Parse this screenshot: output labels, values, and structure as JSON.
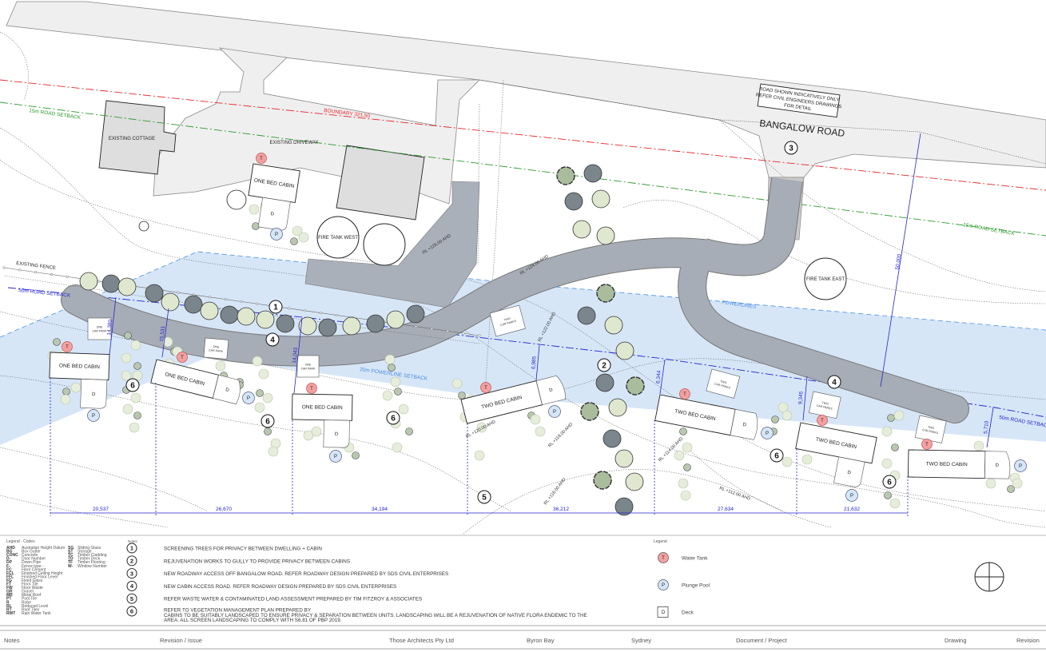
{
  "plan": {
    "labels": {
      "boundary": "BOUNDARY 321.50",
      "road_setback_15_left": "15m ROAD SETBACK",
      "road_setback_15_right": "15m ROAD SETBACK",
      "road_setback_50_left": "50m ROAD SETBACK",
      "road_setback_50_right": "50m ROAD SETBACK",
      "powerline_setback": "20m POWERLINE SETBACK",
      "powerlines": "POWERLINES",
      "existing_fence": "EXISTING FENCE",
      "existing_cottage": "EXISTING COTTAGE",
      "existing_driveway": "EXISTING DRIVEWAY",
      "fire_tank_west": "FIRE TANK WEST",
      "fire_tank_east": "FIRE TANK EAST",
      "road_name": "BANGALOW ROAD",
      "road_note": [
        "ROAD SHOWN INDICATIVELY ONLY.",
        "REFER CIVIL ENGINEERS DRAWINGS",
        "FOR DETAIL"
      ]
    },
    "top_cabin": {
      "label": "ONE BED CABIN"
    },
    "cabins": [
      {
        "label": "ONE BED CABIN",
        "car_park": [
          "ONE",
          "CAR PARK"
        ]
      },
      {
        "label": "ONE BED CABIN",
        "car_park": [
          "ONE",
          "CAR PARK"
        ]
      },
      {
        "label": "ONE BED CABIN",
        "car_park": [
          "ONE",
          "CAR PARK"
        ]
      },
      {
        "label": "TWO BED CABIN",
        "car_park": [
          "TWO",
          "CAR PARKS"
        ]
      },
      {
        "label": "TWO BED CABIN",
        "car_park": [
          "TWO",
          "CAR PARKS"
        ]
      },
      {
        "label": "TWO BED CABIN",
        "car_park": [
          "TWO",
          "CAR PARKS"
        ]
      },
      {
        "label": "TWO BED CABIN",
        "car_park": [
          "TWO",
          "CAR PARKS"
        ]
      }
    ],
    "symbols": {
      "tank": "T",
      "pool": "P",
      "deck": "D"
    },
    "contours": [
      "RL +126.00 AHD",
      "RL +124.00 AHD",
      "RL +122.00 AHD",
      "RL +120.00 AHD",
      "RL +118.00 AHD",
      "RL +116.00 AHD",
      "RL +114.00 AHD",
      "RL +112.00 AHD"
    ],
    "dimensions": {
      "horizontal": [
        "20,537",
        "26,670",
        "34,194",
        "36,212",
        "27,634",
        "21,632"
      ],
      "vertical": [
        "14,380",
        "15,531",
        "14,043",
        "6,985",
        "6,344",
        "9,345",
        "5,710"
      ],
      "road": "50,000"
    },
    "markers": [
      "1",
      "2",
      "3",
      "4",
      "4",
      "5",
      "6",
      "6",
      "6",
      "6",
      "6"
    ],
    "colors": {
      "boundary": "#e8262a",
      "road_setback_15": "#2c9a2c",
      "road_setback_50": "#2323d0",
      "powerline_zone": "#d6e6f7",
      "access_road": "#a7adb6",
      "water_tank": "#f4a0a0",
      "plunge_pool": "#d4e6f8"
    }
  },
  "legend_codes": {
    "title": "Legend - Codes",
    "col1": [
      {
        "code": "AHD",
        "desc": "Australian Height Datum"
      },
      {
        "code": "BG",
        "desc": "Box Gutter"
      },
      {
        "code": "CONC",
        "desc": "Concrete"
      },
      {
        "code": "D-",
        "desc": "Door Number"
      },
      {
        "code": "DP",
        "desc": "Down Pipe"
      },
      {
        "code": "F-",
        "desc": "Fence type -"
      },
      {
        "code": "FC",
        "desc": "Fibre Cement"
      },
      {
        "code": "FCL",
        "desc": "Finished Ceiling Height"
      },
      {
        "code": "FFL",
        "desc": "Finished Floor Level"
      },
      {
        "code": "FG",
        "desc": "Fixed Glass"
      },
      {
        "code": "FT",
        "desc": "Floor Tile"
      },
      {
        "code": "FW",
        "desc": "Floor Waste"
      },
      {
        "code": "GR",
        "desc": "Gravel"
      },
      {
        "code": "MR",
        "desc": "Metal Roof"
      },
      {
        "code": "PT",
        "desc": "Pool Tile"
      },
      {
        "code": "R",
        "desc": "Robe"
      },
      {
        "code": "RL",
        "desc": "Reduced Level"
      },
      {
        "code": "RT",
        "desc": "Roof Tiles"
      },
      {
        "code": "RWT",
        "desc": "Rain Water Tank"
      }
    ],
    "col2": [
      {
        "code": "SG",
        "desc": "Sliding Glass"
      },
      {
        "code": "ST",
        "desc": "Storage"
      },
      {
        "code": "TC",
        "desc": "Timber Cladding"
      },
      {
        "code": "TD",
        "desc": "Timber Deck"
      },
      {
        "code": "TF",
        "desc": "Timber Flooring"
      },
      {
        "code": "W-",
        "desc": "Window Number"
      }
    ]
  },
  "notes": {
    "title": "Notes",
    "items": [
      {
        "num": "1",
        "lines": [
          "SCREENING TREES FOR PRIVACY BETWEEN DWELLING + CABIN"
        ]
      },
      {
        "num": "2",
        "lines": [
          "REJUVENATION WORKS TO GULLY TO PROVIDE PRIVACY BETWEEN CABINS"
        ]
      },
      {
        "num": "3",
        "lines": [
          "NEW ROADWAY ACCESS OFF BANGALOW ROAD. REFER ROADWAY DESIGN PREPARED BY SDS CIVIL ENTERPRISES"
        ]
      },
      {
        "num": "4",
        "lines": [
          "NEW CABIN ACCESS ROAD. REFER ROADWAY DESIGN PREPARED BY SDS CIVIL ENTERPRISES"
        ]
      },
      {
        "num": "5",
        "lines": [
          "REFER WASTE WATER & CONTAMINATED LAND ASSESSMENT PREPARED BY TIM FITZROY & ASSOCIATES"
        ]
      },
      {
        "num": "6",
        "lines": [
          "REFER TO VEGETATION MANAGEMENT PLAN PREPARED BY",
          "CABINS TO BE SUITABLY LANDSCAPED TO ENSURE PRIVACY & SEPARATION BETWEEN UNITS.  LANDSCAPING WILL BE A REJUVENATION OF NATIVE FLORA ENDEMIC TO THE",
          "AREA. ALL SCREEN LANDSCAPING TO COMPLY WITH S6.81 OF PBP 2019."
        ]
      }
    ]
  },
  "symbol_legend": {
    "title": "Legend",
    "items": [
      {
        "symbol": "T",
        "label": "Water Tank"
      },
      {
        "symbol": "P",
        "label": "Plunge Pool"
      },
      {
        "symbol": "D",
        "label": "Deck"
      }
    ]
  },
  "title_block": {
    "notes": "Notes",
    "revision_issue": "Revision / Issue",
    "company": "Those Architects Pty Ltd",
    "office1": "Byron Bay",
    "office2": "Sydney",
    "document": "Document / Project",
    "drawing": "Drawing",
    "revision": "Revision"
  }
}
